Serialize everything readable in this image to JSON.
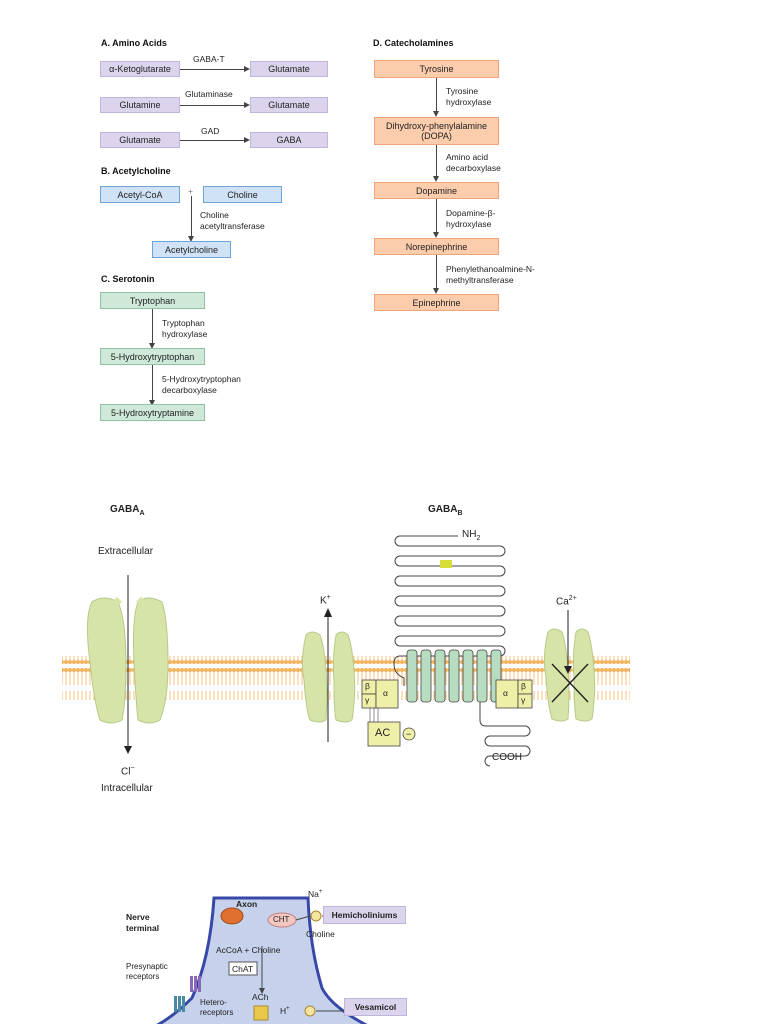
{
  "panelA": {
    "title": "A. Amino Acids",
    "rows": [
      {
        "from": "α-Ketoglutarate",
        "enzyme": "GABA-T",
        "to": "Glutamate"
      },
      {
        "from": "Glutamine",
        "enzyme": "Glutaminase",
        "to": "Glutamate"
      },
      {
        "from": "Glutamate",
        "enzyme": "GAD",
        "to": "GABA"
      }
    ]
  },
  "panelB": {
    "title": "B. Acetylcholine",
    "substrate1": "Acetyl-CoA",
    "plus": "+",
    "substrate2": "Choline",
    "enzyme_line1": "Choline",
    "enzyme_line2": "acetyltransferase",
    "product": "Acetylcholine"
  },
  "panelC": {
    "title": "C. Serotonin",
    "steps": [
      "Tryptophan",
      "5-Hydroxytryptophan",
      "5-Hydroxytryptamine"
    ],
    "enzymes": [
      {
        "line1": "Tryptophan",
        "line2": "hydroxylase"
      },
      {
        "line1": "5-Hydroxytryptophan",
        "line2": "decarboxylase"
      }
    ]
  },
  "panelD": {
    "title": "D. Catecholamines",
    "steps": [
      "Tyrosine",
      "Dihydroxy-phenylalamine",
      "Dopamine",
      "Norepinephrine",
      "Epinephrine"
    ],
    "dopa_sub": "(DOPA)",
    "enzymes": [
      {
        "line1": "Tyrosine",
        "line2": "hydroxylase"
      },
      {
        "line1": "Amino acid",
        "line2": "decarboxylase"
      },
      {
        "line1": "Dopamine-β-",
        "line2": "hydroxylase"
      },
      {
        "line1": "Phenylethanoalmine-N-",
        "line2": "methyltransferase"
      }
    ]
  },
  "receptors": {
    "gabaa_label": "GABA",
    "gabaa_sub": "A",
    "gabab_label": "GABA",
    "gabab_sub": "B",
    "extracellular": "Extracellular",
    "intracellular": "Intracellular",
    "cl": "Cl",
    "cl_sup": "−",
    "k": "K",
    "k_sup": "+",
    "ca": "Ca",
    "ca_sup": "2+",
    "nh2": "NH",
    "nh2_sub": "2",
    "cooh": "COOH",
    "ac": "AC",
    "minus": "−",
    "alpha": "α",
    "beta": "β",
    "gamma": "γ",
    "colors": {
      "protein": "#d6e4a8",
      "membrane": "#f4b25a",
      "gpcr": "#b8dcc0",
      "gprotein": "#eef0a8"
    }
  },
  "synapse": {
    "axon": "Axon",
    "nerve_terminal_1": "Nerve",
    "nerve_terminal_2": "terminal",
    "na": "Na",
    "na_sup": "+",
    "cht": "CHT",
    "choline": "Choline",
    "hemicholiniums": "Hemicholiniums",
    "acoa_choline": "AcCoA + Choline",
    "chat": "ChAT",
    "presynaptic_1": "Presynaptic",
    "presynaptic_2": "receptors",
    "ach": "ACh",
    "hetero_1": "Hetero-",
    "hetero_2": "receptors",
    "h": "H",
    "h_sup": "+",
    "vesamicol": "Vesamicol"
  }
}
